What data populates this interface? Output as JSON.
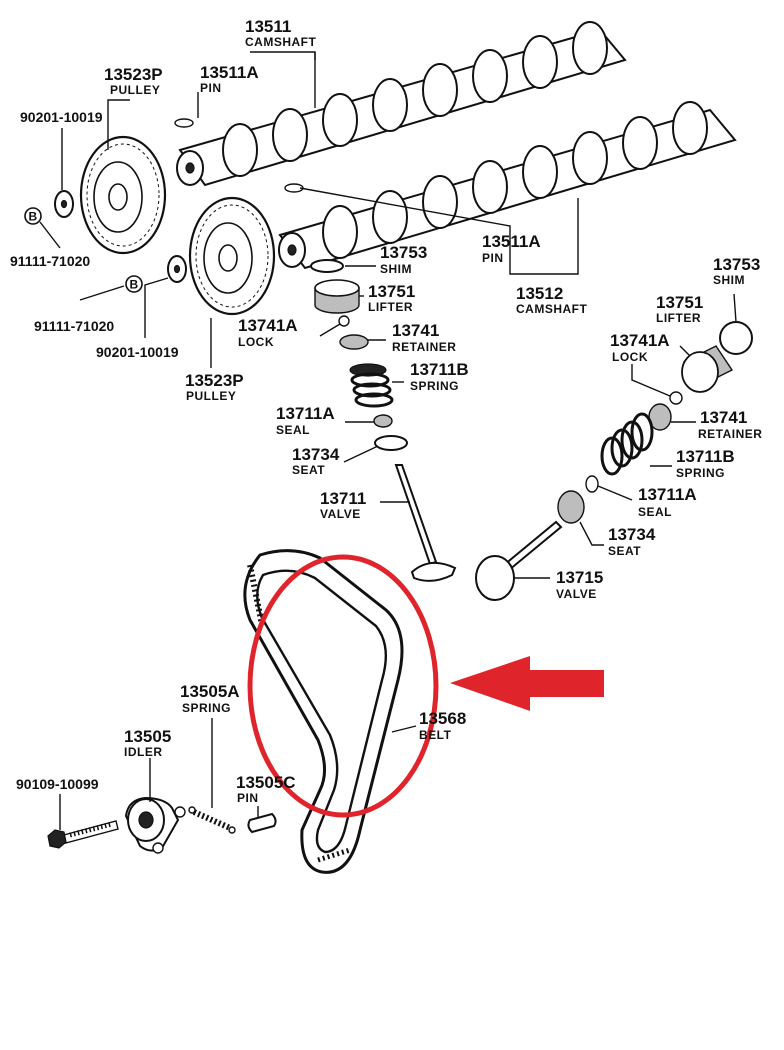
{
  "labels": {
    "camshaft_top_no": "13511",
    "camshaft_top_name": "CAMSHAFT",
    "pulley_top_no": "13523P",
    "pulley_top_name": "PULLEY",
    "pin_top_no": "13511A",
    "pin_top_name": "PIN",
    "washer_top_no": "90201-10019",
    "bolt_top_no": "91111-71020",
    "bolt_mid_no": "91111-71020",
    "washer_mid_no": "90201-10019",
    "pulley_mid_no": "13523P",
    "pulley_mid_name": "PULLEY",
    "pin_mid_no": "13511A",
    "pin_mid_name": "PIN",
    "camshaft_mid_no": "13512",
    "camshaft_mid_name": "CAMSHAFT",
    "shim_l_no": "13753",
    "shim_l_name": "SHIM",
    "lifter_l_no": "13751",
    "lifter_l_name": "LIFTER",
    "lock_l_no": "13741A",
    "lock_l_name": "LOCK",
    "retainer_l_no": "13741",
    "retainer_l_name": "RETAINER",
    "spring_l_no": "13711B",
    "spring_l_name": "SPRING",
    "seal_l_no": "13711A",
    "seal_l_name": "SEAL",
    "seat_l_no": "13734",
    "seat_l_name": "SEAT",
    "valve_l_no": "13711",
    "valve_l_name": "VALVE",
    "shim_r_no": "13753",
    "shim_r_name": "SHIM",
    "lifter_r_no": "13751",
    "lifter_r_name": "LIFTER",
    "lock_r_no": "13741A",
    "lock_r_name": "LOCK",
    "retainer_r_no": "13741",
    "retainer_r_name": "RETAINER",
    "spring_r_no": "13711B",
    "spring_r_name": "SPRING",
    "seal_r_no": "13711A",
    "seal_r_name": "SEAL",
    "seat_r_no": "13734",
    "seat_r_name": "SEAT",
    "valve_r_no": "13715",
    "valve_r_name": "VALVE",
    "spring_idler_no": "13505A",
    "spring_idler_name": "SPRING",
    "idler_no": "13505",
    "idler_name": "IDLER",
    "bolt_idler_no": "90109-10099",
    "pin_idler_no": "13505C",
    "pin_idler_name": "PIN",
    "belt_no": "13568",
    "belt_name": "BELT",
    "bolt_marker": "B"
  },
  "colors": {
    "highlight": "#e0242b",
    "ink": "#111111"
  }
}
